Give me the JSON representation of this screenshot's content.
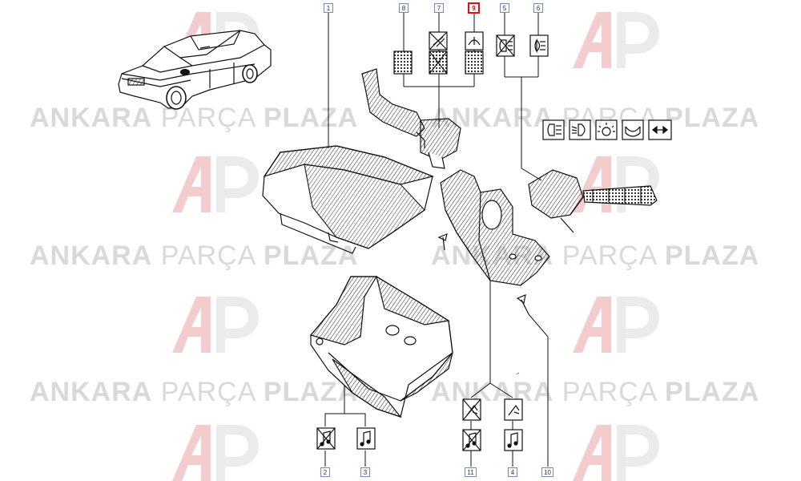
{
  "watermark": {
    "word1": "ANKARA",
    "word2": "PARÇA",
    "word3": "PLAZA",
    "logo_text": "AP"
  },
  "callouts": [
    "1",
    "8",
    "7",
    "9",
    "5",
    "6",
    "2",
    "3",
    "11",
    "4",
    "10"
  ],
  "highlighted_callout": "9",
  "colors": {
    "line": "#111111",
    "callout_border": "#6f8fb8",
    "highlight": "#dd1111",
    "watermark": "#d9d9d9",
    "logo_red": "#f2c9c9"
  },
  "icons": [
    "wiper-icon",
    "no-wiper-icon",
    "no-headlamp-icon",
    "fog-lamp-icon",
    "low-beam-icon",
    "high-beam-icon",
    "sidelight-icon",
    "horn-icon",
    "indicator-arrows-icon",
    "no-music-icon",
    "music-icon",
    "no-radio-icon",
    "radio-icon"
  ]
}
